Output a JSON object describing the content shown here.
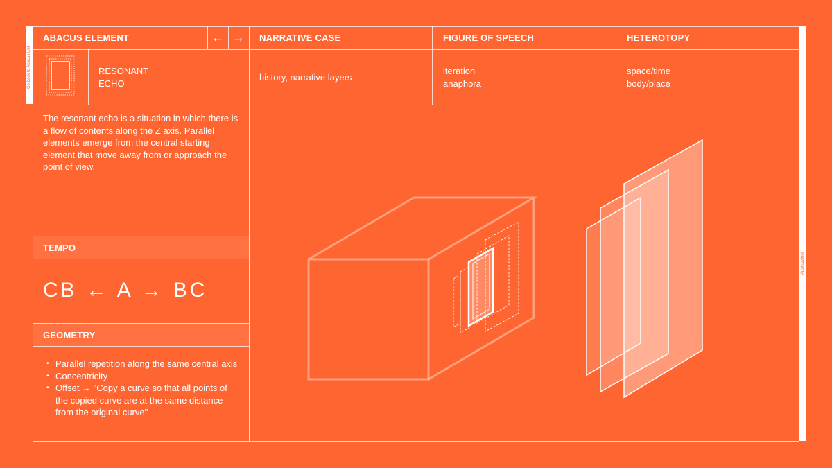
{
  "sidebar": {
    "back_label": "Go back to Abacus List"
  },
  "right_sidebar": {
    "label": "Applicazioni"
  },
  "header": {
    "abacus_title": "ABACUS ELEMENT",
    "prev_arrow": "←",
    "next_arrow": "→",
    "narrative_title": "NARRATIVE CASE",
    "figure_title": "FIGURE OF SPEECH",
    "heterotopy_title": "HETEROTOPY"
  },
  "element": {
    "name_line1": "RESONANT",
    "name_line2": "ECHO",
    "narrative_value": "history, narrative layers",
    "figure_line1": "iteration",
    "figure_line2": "anaphora",
    "heterotopy_line1": "space/time",
    "heterotopy_line2": "body/place"
  },
  "description": "The resonant echo is a situation in which there is a flow of contents along the Z axis. Parallel elements emerge from the central starting element that move away from or approach the point of view.",
  "tempo": {
    "title": "TEMPO",
    "sequence": "CB ← A → BC"
  },
  "geometry": {
    "title": "GEOMETRY",
    "items": [
      "Parallel repetition along the same central axis",
      "Concentricity",
      "Offset → \"Copy a curve so that all points of the copied curve are at the same distance from the original curve\""
    ]
  },
  "colors": {
    "background": "#ff6531",
    "lines": "#ffffff"
  },
  "icons": {
    "thumbnail": "resonant-echo-thumbnail-icon",
    "box": "box-diagram",
    "planes": "parallel-planes-diagram"
  }
}
